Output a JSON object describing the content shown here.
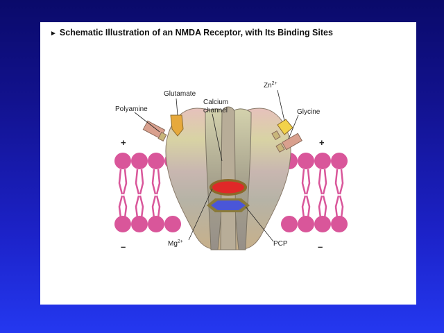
{
  "slide": {
    "title": "Schematic Illustration of an NMDA Receptor, with Its Binding Sites"
  },
  "labels": {
    "polyamine": "Polyamine",
    "glutamate": "Glutamate",
    "calcium_channel_line1": "Calcium",
    "calcium_channel_line2": "channel",
    "zn": "Zn",
    "zn_charge": "2+",
    "glycine": "Glycine",
    "mg": "Mg",
    "mg_charge": "2+",
    "pcp": "PCP"
  },
  "membrane_signs": {
    "top_left": "+",
    "top_right": "+",
    "bottom_left": "–",
    "bottom_right": "–"
  },
  "colors": {
    "lipid_head": "#d9569a",
    "receptor_body": "#c9aa9e",
    "mg_site": "#e02828",
    "pcp_site": "#4a56d8",
    "glutamate_site": "#e6a93c",
    "glycine_site": "#f2d24a",
    "polyamine_site": "#d9a08e"
  }
}
